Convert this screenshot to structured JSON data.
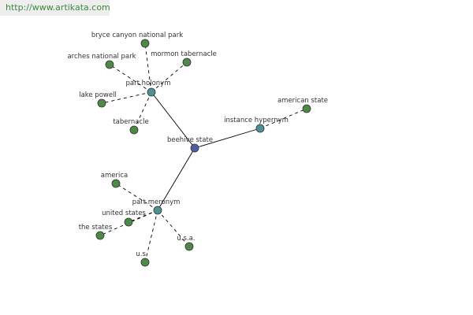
{
  "banner": {
    "url": "http://www.artikata.com"
  },
  "colors": {
    "root_node": "#4f5e9c",
    "relation_node": "#4e9191",
    "leaf_node": "#4d8a45",
    "node_stroke": "#333333",
    "edge": "#000000"
  },
  "graph": {
    "nodes": [
      {
        "id": "beehive-state",
        "label": "beehive state",
        "kind": "root"
      },
      {
        "id": "part-holonym",
        "label": "part holonym",
        "kind": "relation"
      },
      {
        "id": "instance-hypernym",
        "label": "instance hypernym",
        "kind": "relation"
      },
      {
        "id": "part-meronym",
        "label": "part meronym",
        "kind": "relation"
      },
      {
        "id": "bryce-canyon-national-park",
        "label": "bryce canyon national park",
        "kind": "leaf"
      },
      {
        "id": "arches-national-park",
        "label": "arches national park",
        "kind": "leaf"
      },
      {
        "id": "mormon-tabernacle",
        "label": "mormon tabernacle",
        "kind": "leaf"
      },
      {
        "id": "lake-powell",
        "label": "lake powell",
        "kind": "leaf"
      },
      {
        "id": "tabernacle",
        "label": "tabernacle",
        "kind": "leaf"
      },
      {
        "id": "american-state",
        "label": "american state",
        "kind": "leaf"
      },
      {
        "id": "america",
        "label": "america",
        "kind": "leaf"
      },
      {
        "id": "united-states",
        "label": "united states",
        "kind": "leaf"
      },
      {
        "id": "the-states",
        "label": "the states",
        "kind": "leaf"
      },
      {
        "id": "us",
        "label": "u.s.",
        "kind": "leaf"
      },
      {
        "id": "usa",
        "label": "u.s.a.",
        "kind": "leaf"
      }
    ],
    "edges": [
      {
        "from": "beehive-state",
        "to": "part-holonym",
        "style": "solid"
      },
      {
        "from": "beehive-state",
        "to": "instance-hypernym",
        "style": "solid"
      },
      {
        "from": "beehive-state",
        "to": "part-meronym",
        "style": "solid"
      },
      {
        "from": "part-holonym",
        "to": "bryce-canyon-national-park",
        "style": "dashed"
      },
      {
        "from": "part-holonym",
        "to": "arches-national-park",
        "style": "dashed"
      },
      {
        "from": "part-holonym",
        "to": "mormon-tabernacle",
        "style": "dashed"
      },
      {
        "from": "part-holonym",
        "to": "lake-powell",
        "style": "dashed"
      },
      {
        "from": "part-holonym",
        "to": "tabernacle",
        "style": "dashed"
      },
      {
        "from": "instance-hypernym",
        "to": "american-state",
        "style": "dashed"
      },
      {
        "from": "part-meronym",
        "to": "america",
        "style": "dashed"
      },
      {
        "from": "part-meronym",
        "to": "united-states",
        "style": "dashed"
      },
      {
        "from": "part-meronym",
        "to": "the-states",
        "style": "dashed"
      },
      {
        "from": "part-meronym",
        "to": "us",
        "style": "dashed"
      },
      {
        "from": "part-meronym",
        "to": "usa",
        "style": "dashed"
      }
    ]
  }
}
